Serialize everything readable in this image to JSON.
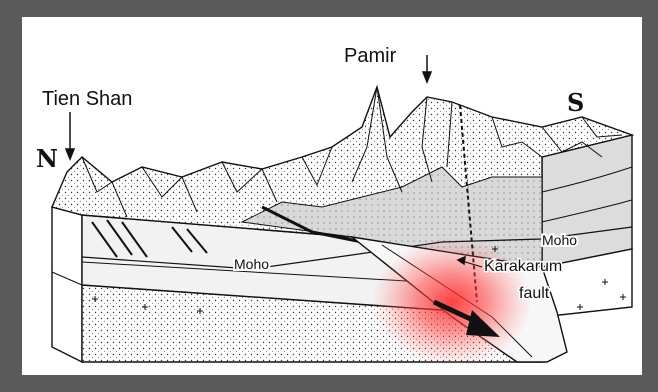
{
  "labels": {
    "north": "N",
    "south": "S",
    "tien_shan": "Tien Shan",
    "pamir": "Pamir",
    "moho_left": "Moho",
    "moho_right": "Moho",
    "karakarum": "Karakarum",
    "fault": "fault"
  },
  "colors": {
    "frame": "#5a5a5a",
    "background": "#ffffff",
    "ink": "#111111",
    "crust_shade": "#d9d9d9",
    "deep_shade": "#c4c4c4",
    "highlight": "#ff2a2a"
  }
}
